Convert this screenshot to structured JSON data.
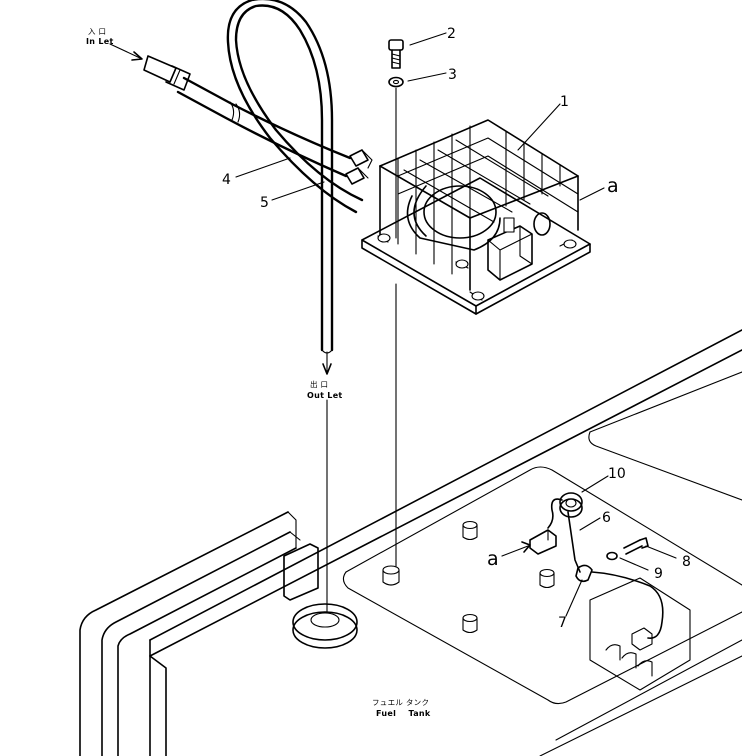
{
  "callouts": {
    "c1": "1",
    "c2": "2",
    "c3": "3",
    "c4": "4",
    "c5": "5",
    "c6": "6",
    "c7": "7",
    "c8": "8",
    "c9": "9",
    "c10": "10",
    "a_top": "a",
    "a_bottom": "a"
  },
  "labels": {
    "inlet_jp": "入 口",
    "inlet_en": "In Let",
    "outlet_jp": "出 口",
    "outlet_en": "Out Let",
    "tank_jp": "フュエル タンク",
    "tank_en": "Fuel    Tank"
  }
}
